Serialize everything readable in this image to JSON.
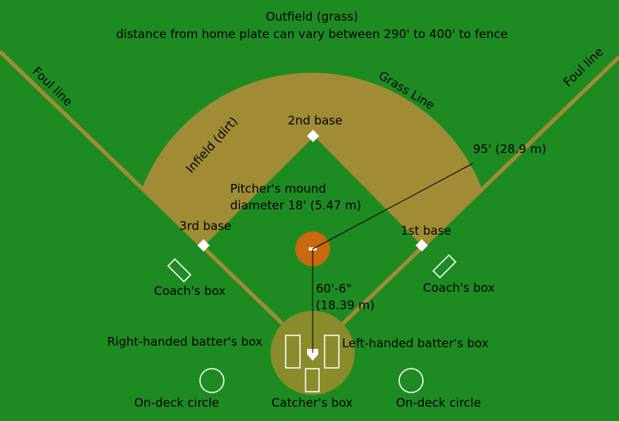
{
  "header": {
    "line1": "Outfield (grass)",
    "line2": "distance from home plate can vary between 290' to 400' to fence"
  },
  "labels": {
    "foul_line_left": "Foul line",
    "foul_line_right": "Foul line",
    "grass_line": "Grass  Line",
    "infield": "Infield (dirt)",
    "second_base": "2nd base",
    "third_base": "3rd base",
    "first_base": "1st base",
    "radius": "95' (28.9 m)",
    "mound_line1": "Pitcher's mound",
    "mound_line2": "diameter 18' (5.47 m)",
    "distance_line1": "60'-6\"",
    "distance_line2": "(18.39 m)",
    "coach_box_left": "Coach's box",
    "coach_box_right": "Coach's box",
    "rh_batter_box": "Right-handed batter's box",
    "lh_batter_box": "Left-handed batter's box",
    "on_deck_left": "On-deck circle",
    "on_deck_right": "On-deck circle",
    "catcher_box": "Catcher's box"
  },
  "colors": {
    "grass": "#1e8b22",
    "dirt": "#a08c35",
    "home_circle": "#8a8c2c",
    "mound": "#c8680f",
    "foul_line": "#a08c35",
    "base": "#ffffff",
    "marking": "#ffffff",
    "measure": "#000000"
  }
}
